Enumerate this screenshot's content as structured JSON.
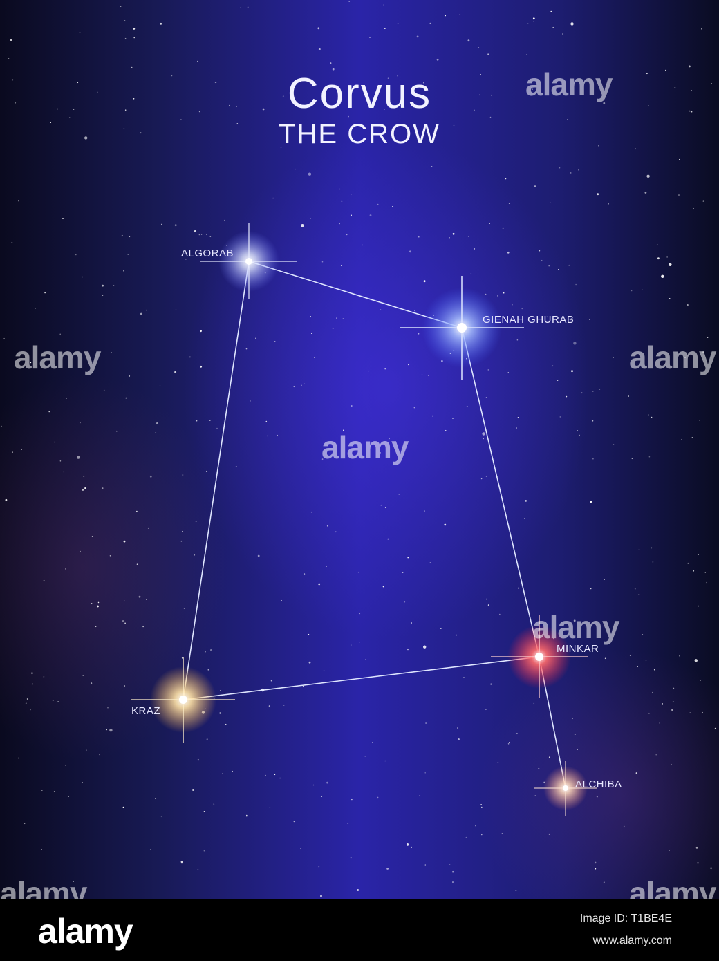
{
  "title": "Corvus",
  "subtitle": "THE CROW",
  "stars": [
    {
      "id": "algorab",
      "name": "ALGORAB",
      "color": "#cfd9ff"
    },
    {
      "id": "gienah",
      "name": "GIENAH GHURAB",
      "color": "#a9c0ff"
    },
    {
      "id": "minkar",
      "name": "MINKAR",
      "color": "#ff6b6b"
    },
    {
      "id": "kraz",
      "name": "KRAZ",
      "color": "#ffe2a6"
    },
    {
      "id": "alchiba",
      "name": "ALCHIBA",
      "color": "#ffd7b8"
    }
  ],
  "watermark": "alamy",
  "footer": {
    "logo": "alamy",
    "image_id": "Image ID: T1BE4E",
    "url": "www.alamy.com"
  },
  "colors": {
    "line": "#dfe6ff",
    "sky_center": "#2a24a8",
    "sky_edge": "#0a0a1f"
  }
}
